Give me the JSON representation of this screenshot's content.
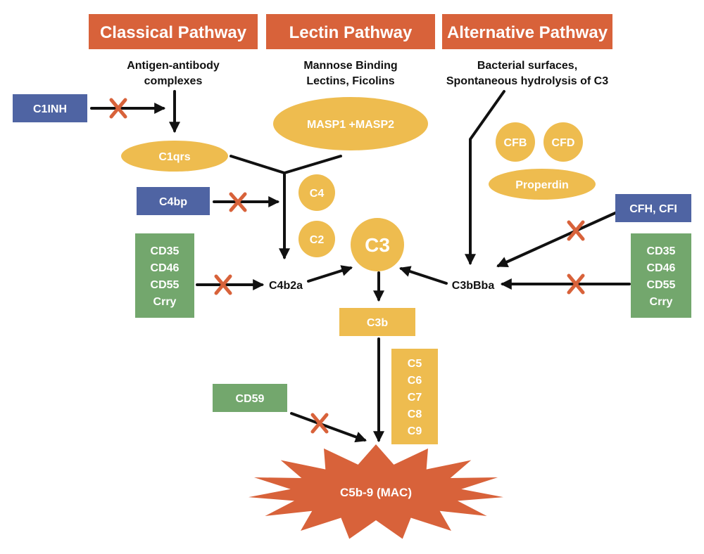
{
  "colors": {
    "header": "#d8623a",
    "factor": "#eebc4f",
    "inhibitor_blue": "#4f64a3",
    "regulator_green": "#73a76d",
    "mac": "#d8623a",
    "arrow": "#111111",
    "block_mark": "#d8623a"
  },
  "headers": {
    "classical": "Classical Pathway",
    "lectin": "Lectin Pathway",
    "alternative": "Alternative Pathway"
  },
  "triggers": {
    "classical": [
      "Antigen-antibody",
      "complexes"
    ],
    "lectin": [
      "Mannose Binding",
      "Lectins, Ficolins"
    ],
    "alternative": [
      "Bacterial surfaces,",
      "Spontaneous hydrolysis of C3"
    ]
  },
  "inhibitors": {
    "c1inh": "C1INH",
    "c4bp": "C4bp",
    "cfh_cfi": "CFH, CFI",
    "cd59": "CD59",
    "regulators_left": [
      "CD35",
      "CD46",
      "CD55",
      "Crry"
    ],
    "regulators_right": [
      "CD35",
      "CD46",
      "CD55",
      "Crry"
    ]
  },
  "factors": {
    "c1qrs": "C1qrs",
    "masp": "MASP1 +MASP2",
    "c4": "C4",
    "c2": "C2",
    "c3": "C3",
    "cfb": "CFB",
    "cfd": "CFD",
    "properdin": "Properdin",
    "c3b": "C3b",
    "terminal": [
      "C5",
      "C6",
      "C7",
      "C8",
      "C9"
    ]
  },
  "convertases": {
    "classical": "C4b2a",
    "alternative": "C3bBba"
  },
  "mac": "C5b-9 (MAC)"
}
